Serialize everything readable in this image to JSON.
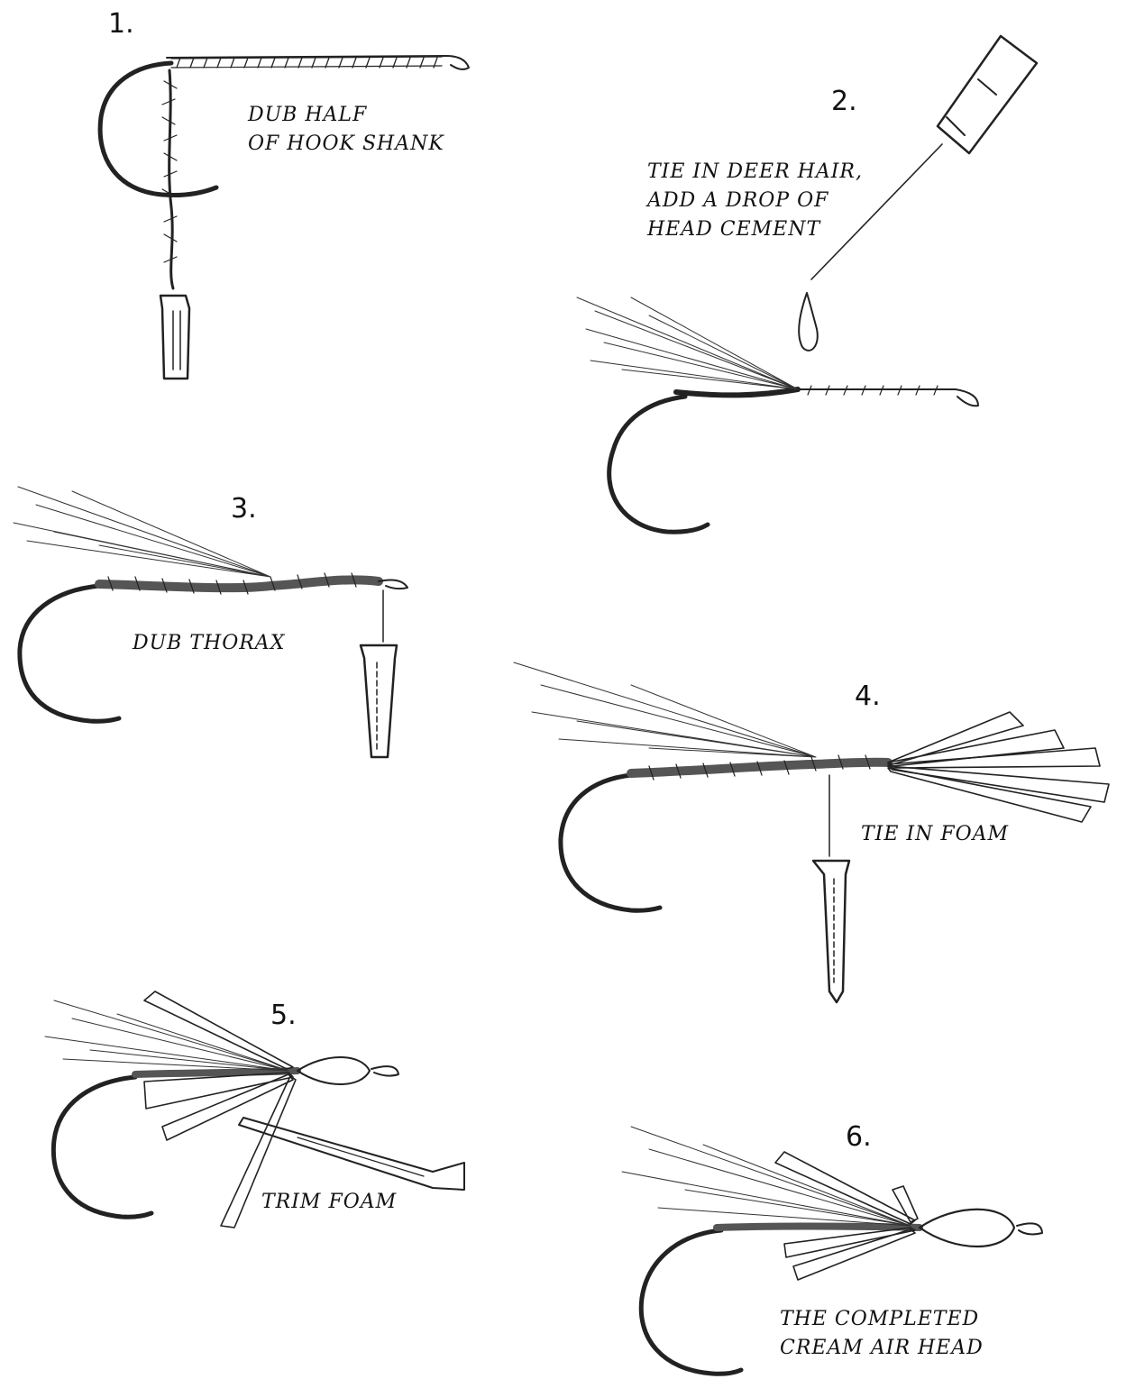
{
  "steps": [
    {
      "number": "1.",
      "caption": [
        "DUB HALF",
        "OF HOOK SHANK"
      ]
    },
    {
      "number": "2.",
      "caption": [
        "TIE IN DEER HAIR,",
        "ADD A DROP OF",
        "HEAD CEMENT"
      ]
    },
    {
      "number": "3.",
      "caption": [
        "DUB THORAX"
      ]
    },
    {
      "number": "4.",
      "caption": [
        "TIE IN FOAM"
      ]
    },
    {
      "number": "5.",
      "caption": [
        "TRIM FOAM"
      ]
    },
    {
      "number": "6.",
      "caption": [
        "THE COMPLETED",
        "CREAM AIR HEAD"
      ]
    }
  ]
}
